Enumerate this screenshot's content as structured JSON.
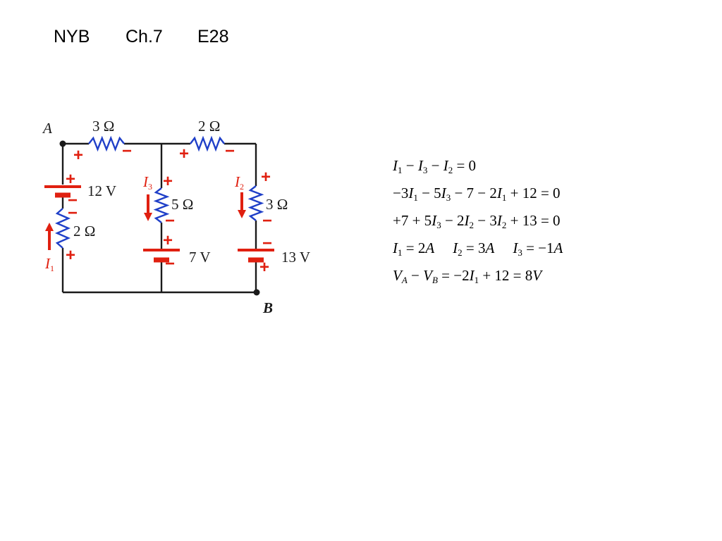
{
  "header": {
    "part1": "NYB",
    "part2": "Ch.7",
    "part3": "E28"
  },
  "circuit": {
    "node_a": "A",
    "node_b": "B",
    "r_top_left": "3 Ω",
    "r_top_right": "2 Ω",
    "r_left": "2 Ω",
    "r_middle": "5 Ω",
    "r_right": "3 Ω",
    "emf_left": "12 V",
    "emf_middle": "7 V",
    "emf_right": "13 V",
    "current_left": "I",
    "current_left_sub": "1",
    "current_middle": "I",
    "current_middle_sub": "3",
    "current_right": "I",
    "current_right_sub": "2",
    "plus": "+",
    "minus": "−"
  },
  "colors": {
    "wire": "#1a1a1a",
    "resistor": "#1f3fc8",
    "annotation": "#e02010",
    "battery": "#e02010"
  },
  "equations": {
    "eq1": {
      "a": "I",
      "a_sub": "1",
      "op1": " − ",
      "b": "I",
      "b_sub": "3",
      "op2": " − ",
      "c": "I",
      "c_sub": "2",
      "rest": " = 0"
    },
    "eq2": {
      "p1": "−3",
      "v1": "I",
      "s1": "1",
      "p2": " − 5",
      "v2": "I",
      "s2": "3",
      "p3": " − 7 − 2",
      "v3": "I",
      "s3": "1",
      "p4": " + 12 = 0"
    },
    "eq3": {
      "p1": "+7 + 5",
      "v1": "I",
      "s1": "3",
      "p2": " − 2",
      "v2": "I",
      "s2": "2",
      "p3": " − 3",
      "v3": "I",
      "s3": "2",
      "p4": " + 13 = 0"
    },
    "eq4": {
      "v1": "I",
      "s1": "1",
      "r1": " = 2",
      "u1": "A",
      "v2": "I",
      "s2": "2",
      "r2": " = 3",
      "u2": "A",
      "v3": "I",
      "s3": "3",
      "r3": " = −1",
      "u3": "A"
    },
    "eq5": {
      "v1": "V",
      "s1": "A",
      "p1": " − ",
      "v2": "V",
      "s2": "B",
      "p2": " = −2",
      "v3": "I",
      "s3": "1",
      "p3": " + 12 = 8",
      "u": "V"
    }
  }
}
